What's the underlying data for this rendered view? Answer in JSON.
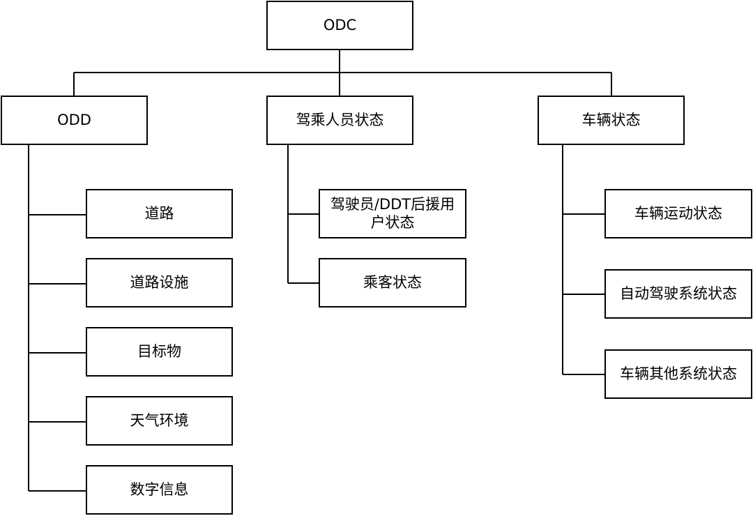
{
  "diagram": {
    "root": {
      "label": "ODC"
    },
    "categories": [
      {
        "label": "ODD",
        "children": [
          {
            "label": "道路"
          },
          {
            "label": "道路设施"
          },
          {
            "label": "目标物"
          },
          {
            "label": "天气环境"
          },
          {
            "label": "数字信息"
          }
        ]
      },
      {
        "label": "驾乘人员状态",
        "children": [
          {
            "label": "驾驶员/DDT后援用户状态"
          },
          {
            "label": "乘客状态"
          }
        ]
      },
      {
        "label": "车辆状态",
        "children": [
          {
            "label": "车辆运动状态"
          },
          {
            "label": "自动驾驶系统状态"
          },
          {
            "label": "车辆其他系统状态"
          }
        ]
      }
    ]
  }
}
